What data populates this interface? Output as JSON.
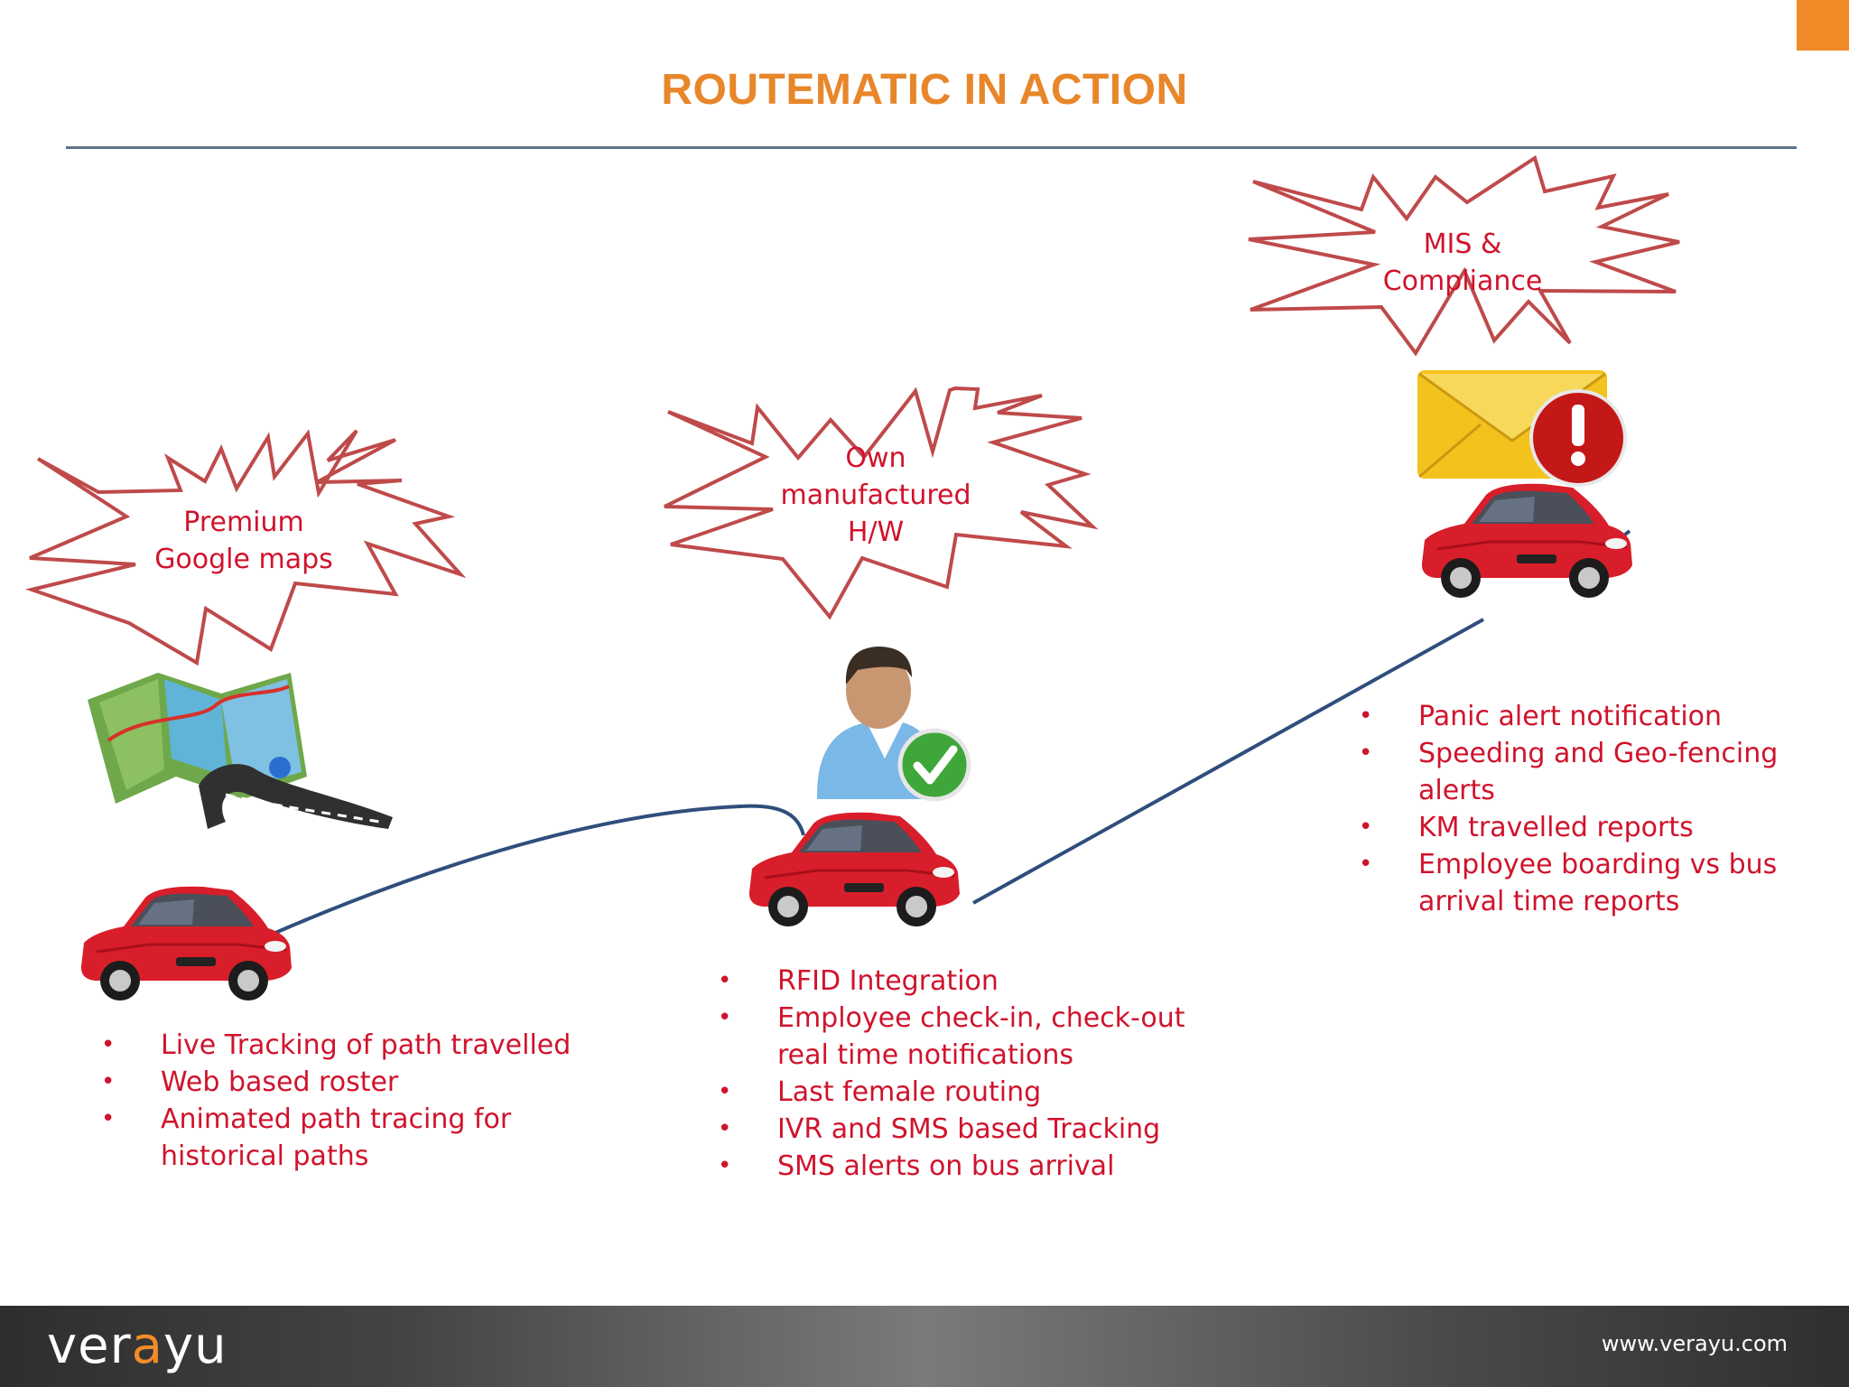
{
  "title": "ROUTEMATIC IN ACTION",
  "colors": {
    "title": "#e8862a",
    "accent_tab": "#ef8a26",
    "text_red": "#d0132c",
    "burst_stroke": "#bf4a4a",
    "route_line": "#2f4e7c",
    "car": "#d81e2a"
  },
  "stages": [
    {
      "burst": "Premium\nGoogle maps",
      "icon": "map-icon",
      "bullets": [
        "Live Tracking of path travelled",
        "Web based roster",
        "Animated path tracing for historical  paths"
      ]
    },
    {
      "burst": "Own\nmanufactured\nH/W",
      "icon": "verified-user-icon",
      "bullets": [
        "RFID Integration",
        "Employee check-in, check-out real time notifications",
        "Last female routing",
        "IVR and SMS based Tracking",
        "SMS alerts on bus arrival"
      ]
    },
    {
      "burst": "MIS &\nCompliance",
      "icon": "alert-mail-icon",
      "bullets": [
        "Panic alert notification",
        "Speeding and Geo-fencing alerts",
        "KM travelled reports",
        "Employee boarding vs bus arrival time reports"
      ]
    }
  ],
  "footer": {
    "logo_prefix": "ver",
    "logo_accent": "a",
    "logo_suffix": "yu",
    "url": "www.verayu.com"
  }
}
